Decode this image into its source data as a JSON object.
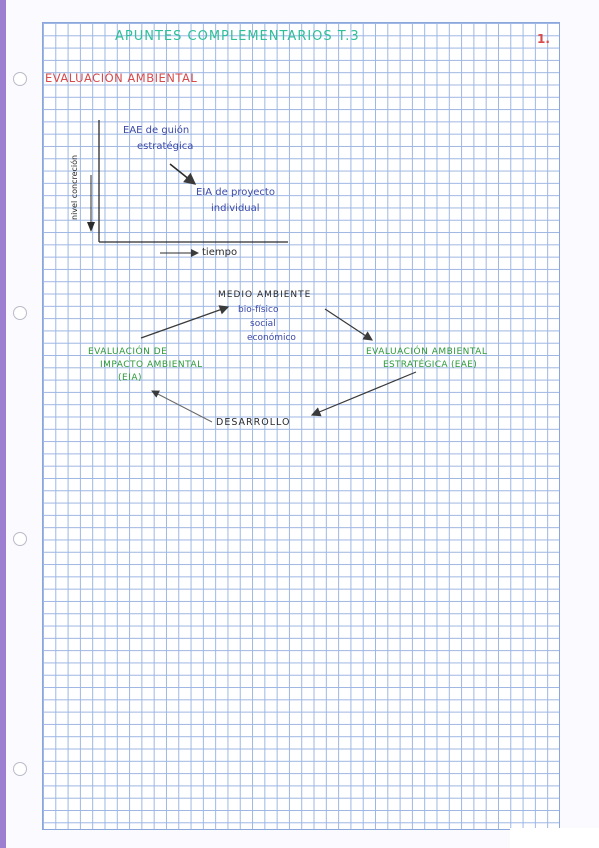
{
  "header": {
    "title": "APUNTES COMPLEMENTARIOS T.3",
    "page_number": "1."
  },
  "section_heading": "EVALUACIÓN AMBIENTAL",
  "graph": {
    "y_axis_label": "nivel concreción",
    "x_axis_label": "tiempo",
    "top_label_line1": "EAE de guión",
    "top_label_line2": "estratégica",
    "bottom_label_line1": "EIA de proyecto",
    "bottom_label_line2": "individual"
  },
  "cycle": {
    "top_title": "MEDIO AMBIENTE",
    "top_sub1": "bio-físico",
    "top_sub2": "social",
    "top_sub3": "económico",
    "right_line1": "EVALUACIÓN AMBIENTAL",
    "right_line2": "ESTRATÉGICA (EAE)",
    "bottom": "DESARROLLO",
    "left_line1": "EVALUACIÓN DE",
    "left_line2": "IMPACTO AMBIENTAL",
    "left_line3": "(EIA)"
  },
  "colors": {
    "title": "#2fbf9b",
    "heading": "#d94a4a",
    "graph_text": "#3b4aa8",
    "cycle_green": "#2f9a3a",
    "grid": "#9db6e3",
    "margin": "#9c7fd0"
  }
}
